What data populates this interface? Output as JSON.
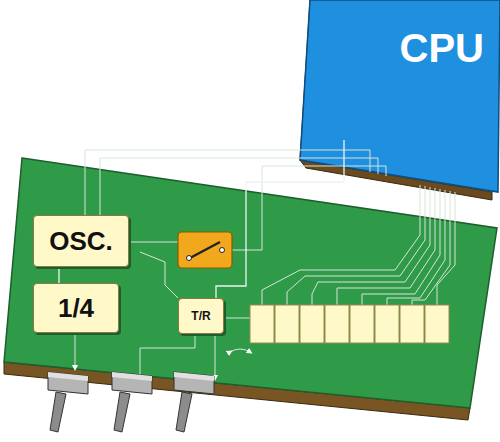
{
  "diagram": {
    "nodes": [
      {
        "text": [
          "CPU"
        ]
      },
      {
        "text": [
          "OSC."
        ]
      },
      {
        "text": [
          "1/4"
        ]
      },
      {
        "text": [
          "T/R"
        ]
      }
    ],
    "edges": [
      {
        "from": 1,
        "to": 2,
        "arrow": "none"
      },
      {
        "from": 3,
        "to": 0,
        "arrow": "none"
      }
    ]
  }
}
